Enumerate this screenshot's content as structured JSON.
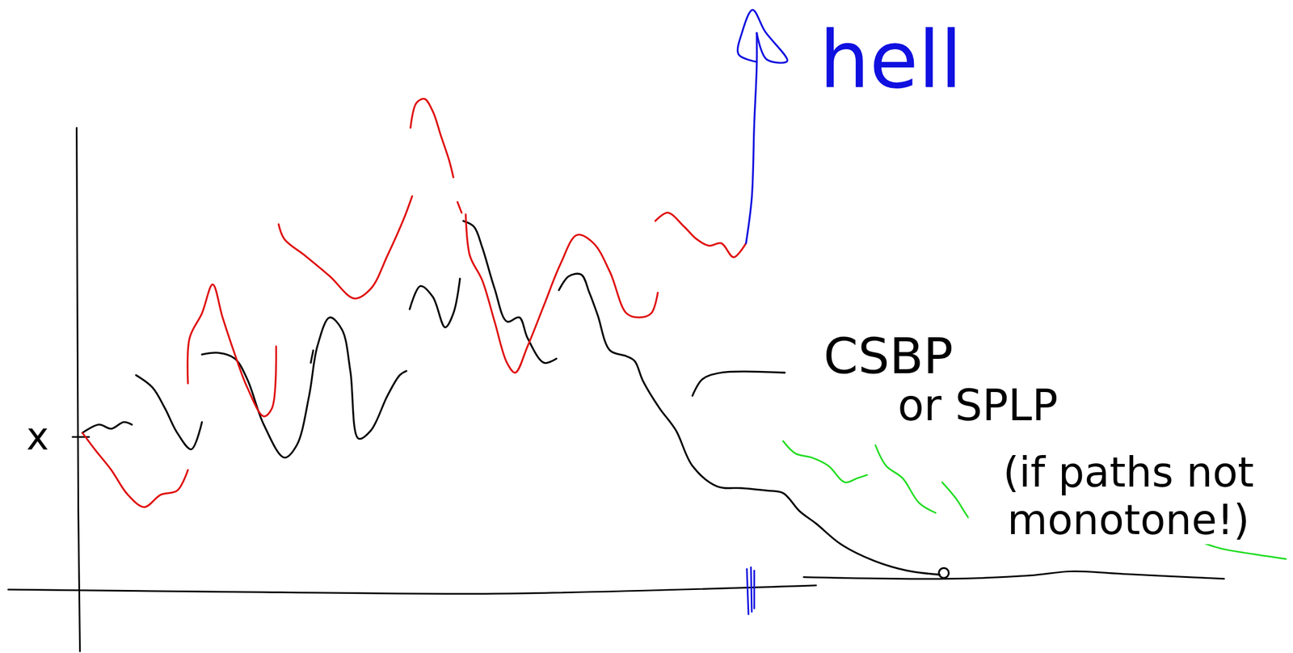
{
  "diagram": {
    "labels": [
      "x",
      "hell",
      "CSBP",
      "or SPLP",
      "(if paths not monotone!)"
    ]
  }
}
